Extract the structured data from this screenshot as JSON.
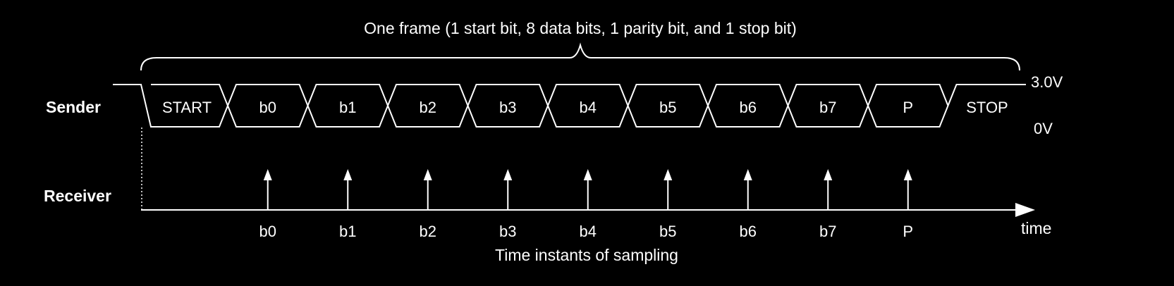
{
  "title": "One frame (1 start bit, 8 data bits, 1 parity bit, and 1 stop bit)",
  "sender": {
    "label": "Sender",
    "start_label": "START",
    "stop_label": "STOP",
    "bits": [
      "b0",
      "b1",
      "b2",
      "b3",
      "b4",
      "b5",
      "b6",
      "b7",
      "P"
    ],
    "voltage_high": "3.0V",
    "voltage_low": "0V"
  },
  "receiver": {
    "label": "Receiver",
    "sample_labels": [
      "b0",
      "b1",
      "b2",
      "b3",
      "b4",
      "b5",
      "b6",
      "b7",
      "P"
    ],
    "axis_label": "time",
    "caption": "Time instants of sampling"
  },
  "colors": {
    "background": "#000000",
    "foreground": "#ffffff"
  }
}
